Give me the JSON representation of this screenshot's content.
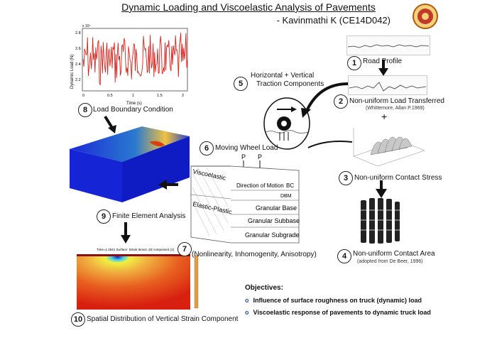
{
  "header": {
    "title": "Dynamic Loading and Viscoelastic Analysis of Pavements",
    "author": "- Kavinmathi K (CE14D042)"
  },
  "steps": [
    {
      "n": "1",
      "label": "Road Profile"
    },
    {
      "n": "2",
      "label": "Non-uniform Load Transferred",
      "note": "(Whittemore, Allan P.1969)"
    },
    {
      "n": "3",
      "label": "Non-uniform Contact Stress"
    },
    {
      "n": "4",
      "label": "Non-uniform Contact Area",
      "note": "(adopted from De Beer, 1996)"
    },
    {
      "n": "5",
      "label_line1": "Horizontal + Vertical",
      "label_line2": "Traction Components"
    },
    {
      "n": "6",
      "label": "Moving Wheel Load"
    },
    {
      "n": "7",
      "label": "(Nonlinearity, Inhomogenity, Anisotropy)"
    },
    {
      "n": "8",
      "label": "Load Boundary Condition"
    },
    {
      "n": "9",
      "label": "Finite Element Analysis"
    },
    {
      "n": "10",
      "label": "Spatial Distribution  of Vertical Strain Component"
    }
  ],
  "load_chart": {
    "ylabel": "Dynamic Load (N)",
    "xlabel": "Time (s)",
    "exponent": "x 10⁴",
    "yticks": [
      "2.8",
      "2.6",
      "2.4",
      "2.2"
    ],
    "xticks": [
      "0",
      "0.5",
      "1",
      "1.5",
      "2"
    ],
    "line_color": "#e0201a"
  },
  "pavement": {
    "direction": "Direction of Motion",
    "viscoelastic": "Viscoelastic",
    "elastic_plastic": "Elastic-Plastic",
    "layers": [
      "BC",
      "DBM",
      "Granular Base",
      "Granular Subbase",
      "Granular Subgrade"
    ],
    "load_p": "P"
  },
  "contour": {
    "caption": "Time=1.2641   Surface: Strain tensor, ZZ component (1)"
  },
  "plus": "+",
  "objectives": {
    "title": "Objectives:",
    "items": [
      "Influence of surface roughness on truck (dynamic) load",
      "Viscoelastic  response of pavements to dynamic truck load"
    ]
  }
}
